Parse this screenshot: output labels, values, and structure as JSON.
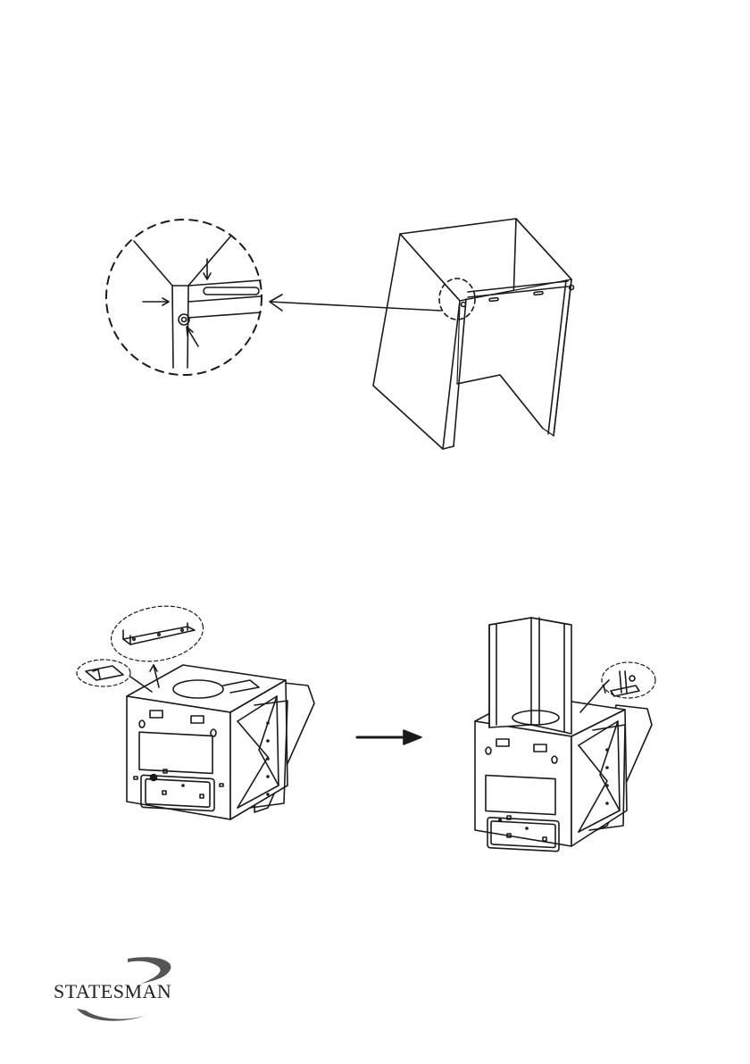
{
  "brand": {
    "name": "STATESMAN"
  },
  "colors": {
    "line": "#1a1a1a",
    "brand_text": "#222222",
    "swoosh": "#555555"
  },
  "figures": {
    "top": "chimney-bracket-detail-illustration",
    "bottom_left": "hood-with-brackets-illustration",
    "bottom_right": "hood-with-chimney-illustration"
  }
}
